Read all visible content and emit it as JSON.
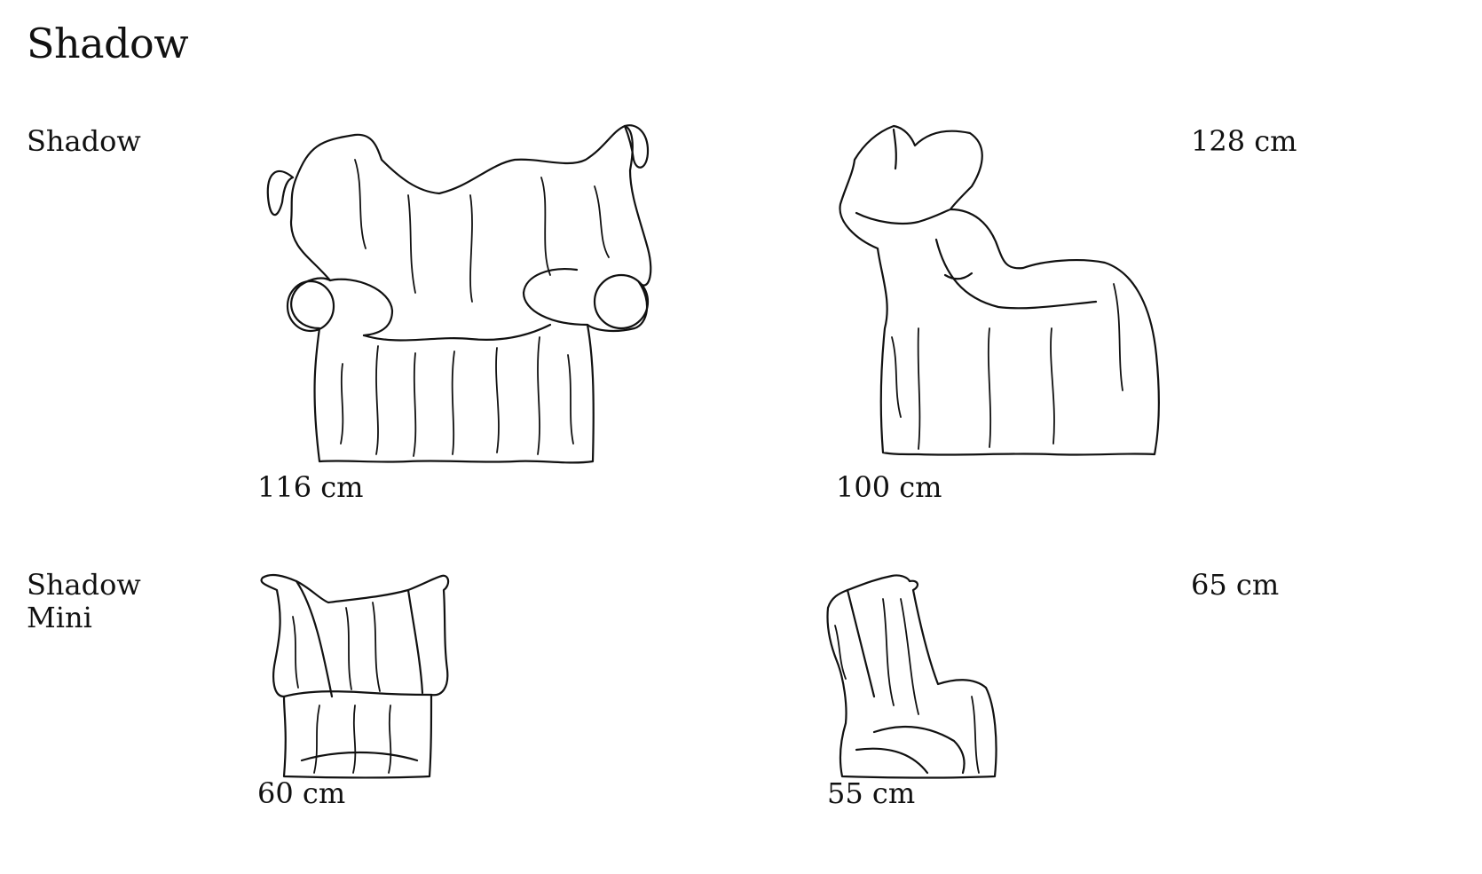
{
  "page": {
    "title": "Shadow"
  },
  "products": [
    {
      "name": "Shadow",
      "front_width": "116 cm",
      "side_depth": "100 cm",
      "height": "128 cm"
    },
    {
      "name": "Shadow\nMini",
      "front_width": "60 cm",
      "side_depth": "55 cm",
      "height": "65 cm"
    }
  ],
  "colors": {
    "ink": "#111111",
    "background": "#ffffff"
  }
}
